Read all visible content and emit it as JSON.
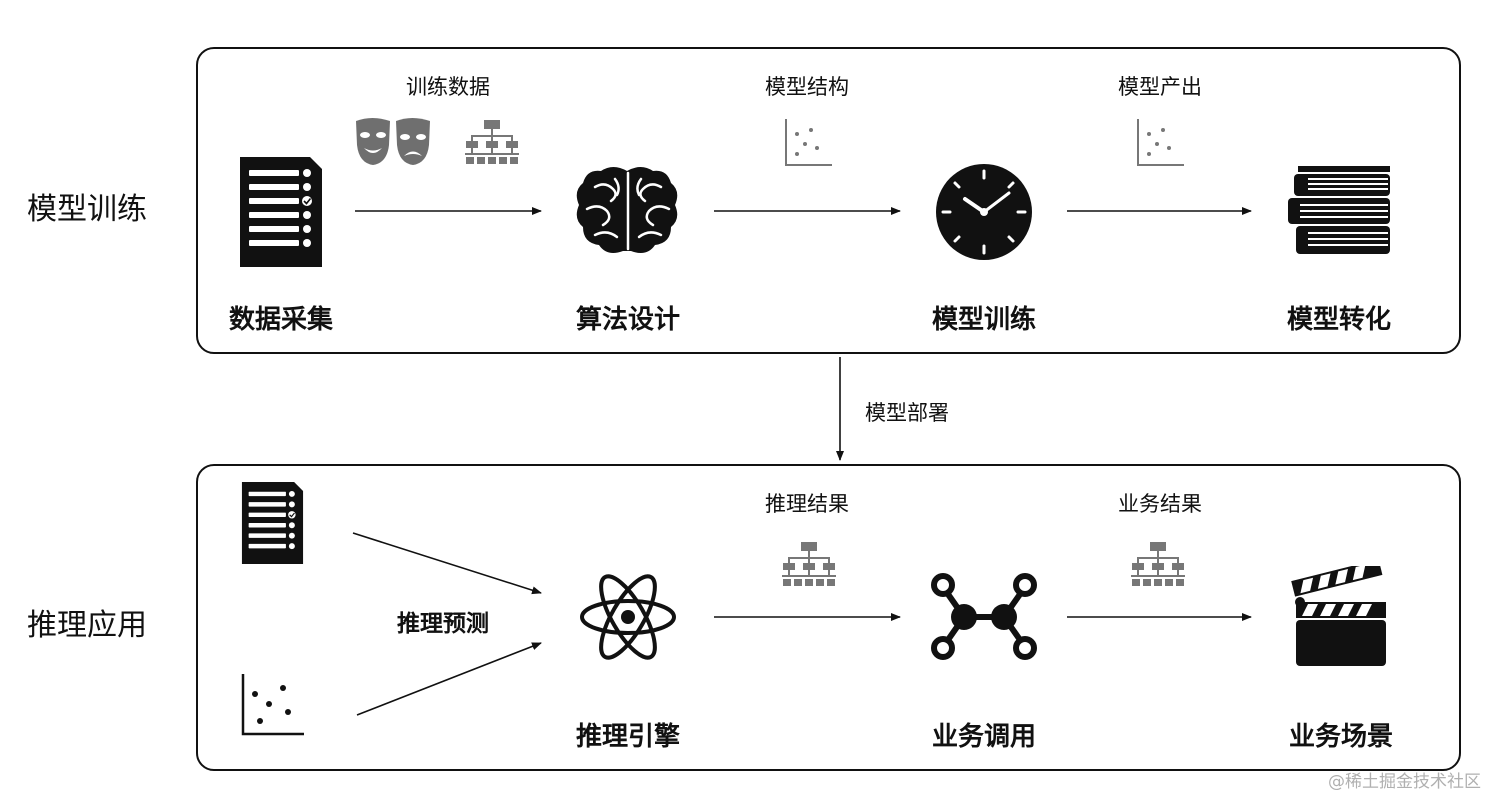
{
  "sections": {
    "training": "模型训练",
    "inference": "推理应用"
  },
  "training": {
    "stages": [
      "数据采集",
      "算法设计",
      "模型训练",
      "模型转化"
    ],
    "edges": [
      "训练数据",
      "模型结构",
      "模型产出"
    ]
  },
  "deploy_label": "模型部署",
  "inference": {
    "predict_label": "推理预测",
    "stages": [
      "推理引擎",
      "业务调用",
      "业务场景"
    ],
    "edges": [
      "推理结果",
      "业务结果"
    ]
  },
  "watermark": "@稀土掘金技术社区",
  "icons": [
    "checklist-icon",
    "theater-masks-icon",
    "hierarchy-icon",
    "scatter-plot-icon",
    "brain-icon",
    "clock-icon",
    "books-icon",
    "atom-icon",
    "network-nodes-icon",
    "clapperboard-icon"
  ]
}
